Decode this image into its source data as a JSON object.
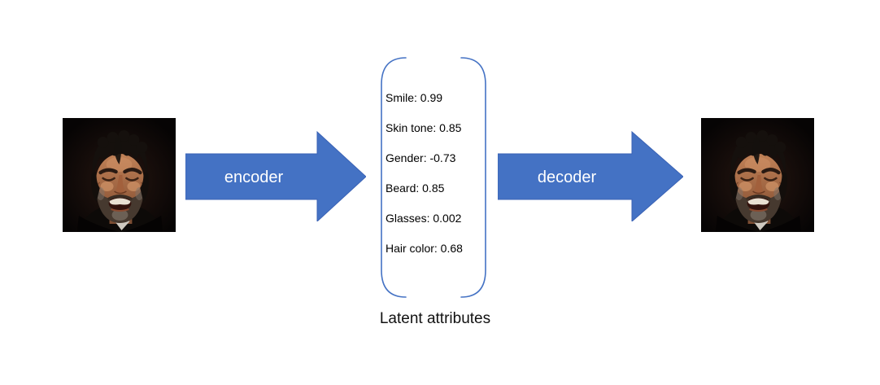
{
  "diagram": {
    "type": "autoencoder-flow",
    "encoder_label": "encoder",
    "decoder_label": "decoder",
    "caption": "Latent attributes",
    "latent_attributes": [
      "Smile: 0.99",
      "Skin tone: 0.85",
      "Gender: -0.73",
      "Beard: 0.85",
      "Glasses: 0.002",
      "Hair color: 0.68"
    ],
    "latent_attribute_values": [
      {
        "name": "Smile",
        "value": 0.99
      },
      {
        "name": "Skin tone",
        "value": 0.85
      },
      {
        "name": "Gender",
        "value": -0.73
      },
      {
        "name": "Beard",
        "value": 0.85
      },
      {
        "name": "Glasses",
        "value": 0.002
      },
      {
        "name": "Hair color",
        "value": 0.68
      }
    ],
    "images": {
      "input": "smiling-bearded-man-photo",
      "output": "smiling-bearded-man-photo-reconstruction"
    },
    "colors": {
      "arrow_fill": "#4472C4",
      "arrow_edge": "#3A62B5",
      "arrow_text": "#FFFFFF",
      "bracket_stroke": "#4472C4",
      "text": "#000000",
      "background": "#FFFFFF"
    }
  }
}
